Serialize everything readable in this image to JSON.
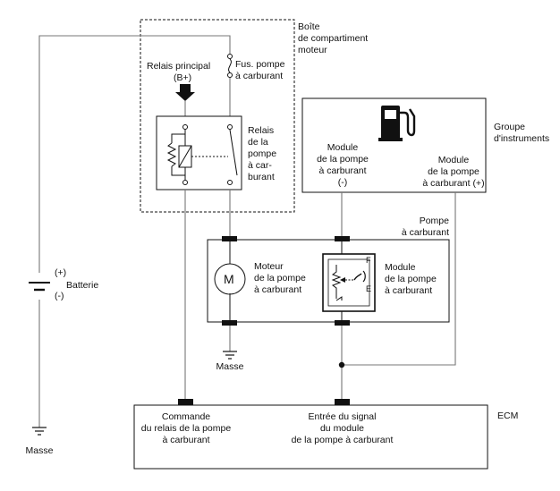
{
  "labels": {
    "boite": "Boîte\nde compartiment\nmoteur",
    "relais_principal": "Relais principal",
    "b_plus": "(B+)",
    "fuse": "Fus. pompe\nà carburant",
    "relais_pompe": "Relais\nde la\npompe\nà car-\nburant",
    "groupe": "Groupe\nd'instruments",
    "module_minus": "Module\nde la pompe\nà carburant\n(-)",
    "module_plus": "Module\nde la pompe\nà carburant (+)",
    "pompe": "Pompe\nà carburant",
    "plus_sign": "(+)",
    "minus_sign": "(-)",
    "batterie": "Batterie",
    "moteur": "Moteur\nde la pompe\nà carburant",
    "motor_symbol": "M",
    "module_pompe": "Module\nde la pompe\nà carburant",
    "gauge_f": "F",
    "gauge_e": "E",
    "masse_motor": "Masse",
    "masse_left": "Masse",
    "ecm": "ECM",
    "commande": "Commande\ndu relais de la pompe\nà carburant",
    "entree": "Entrée du signal\ndu module\nde la pompe à carburant"
  },
  "icons": {
    "fuel": "fuel-pump-icon",
    "ground": "ground-icon",
    "battery": "battery-icon",
    "motor": "motor-icon",
    "arrow": "down-arrow-icon"
  },
  "colors": {
    "wire": "#777777",
    "line": "#111111",
    "connector": "#111111"
  }
}
